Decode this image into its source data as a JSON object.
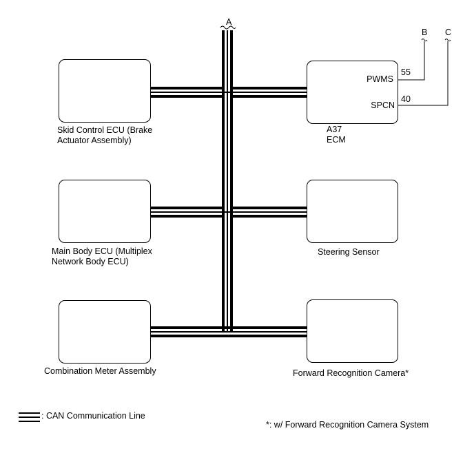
{
  "connectors": {
    "a": "A",
    "b": "B",
    "c": "C"
  },
  "ecus": {
    "skid_control": {
      "line1": "Skid Control ECU (Brake",
      "line2": "Actuator Assembly)"
    },
    "main_body": {
      "line1": "Main Body ECU (Multiplex",
      "line2": "Network Body ECU)"
    },
    "combination_meter": {
      "label": "Combination Meter Assembly"
    },
    "ecm": {
      "code": "A37",
      "name": "ECM",
      "pins": {
        "pwms": {
          "name": "PWMS",
          "number": "55"
        },
        "spcn": {
          "name": "SPCN",
          "number": "40"
        }
      }
    },
    "steering_sensor": {
      "label": "Steering Sensor"
    },
    "forward_camera": {
      "label": "Forward Recognition Camera*"
    }
  },
  "legend": {
    "can_line": ": CAN Communication Line"
  },
  "footnote": "*: w/ Forward Recognition Camera System"
}
